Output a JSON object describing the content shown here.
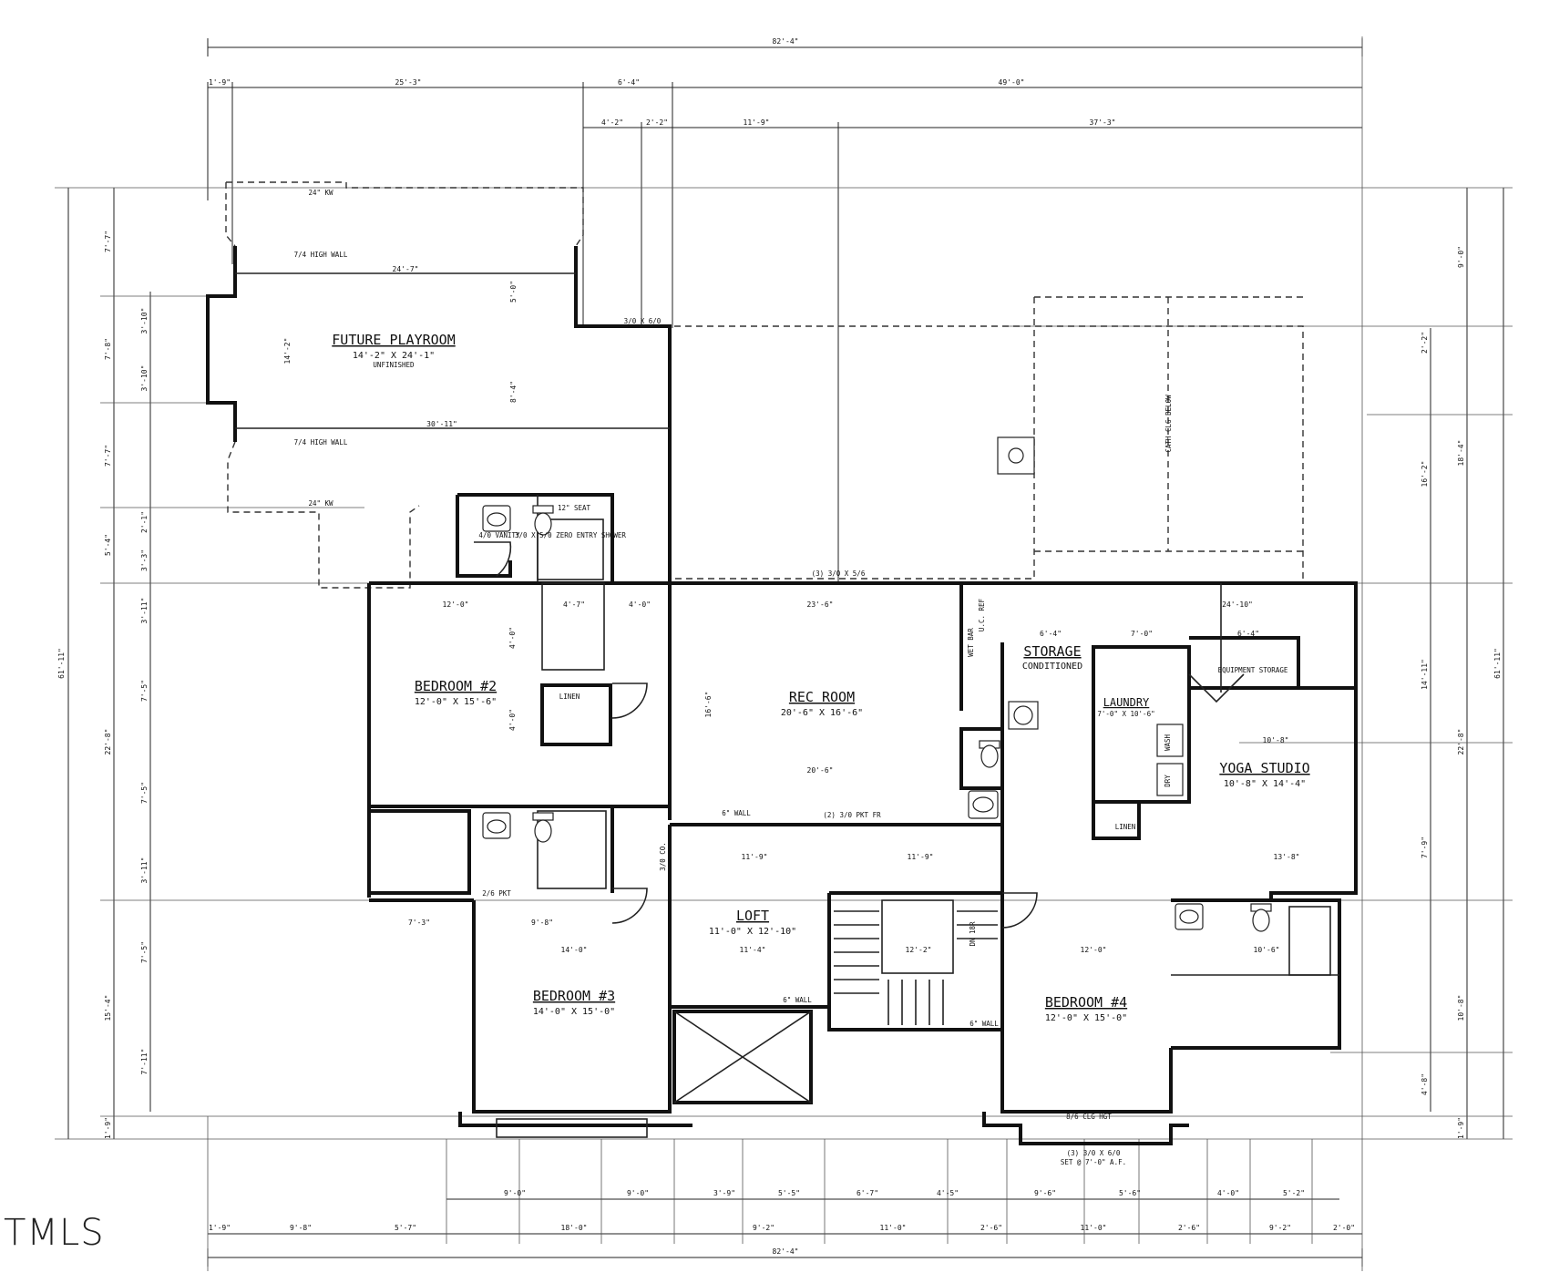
{
  "overall_dimensions": {
    "width_top": "82'-4\"",
    "width_bottom": "82'-4\"",
    "depth_left": "61'-11\"",
    "depth_right": "61'-11\""
  },
  "rooms": {
    "future_playroom": {
      "name": "FUTURE PLAYROOM",
      "size": "14'-2\" X 24'-1\"",
      "note": "UNFINISHED"
    },
    "bedroom2": {
      "name": "BEDROOM #2",
      "size": "12'-0\" X 15'-6\""
    },
    "rec_room": {
      "name": "REC ROOM",
      "size": "20'-6\" X 16'-6\""
    },
    "storage": {
      "name": "STORAGE",
      "note": "CONDITIONED"
    },
    "laundry": {
      "name": "LAUNDRY",
      "size": "7'-0\" X 10'-6\""
    },
    "yoga_studio": {
      "name": "YOGA STUDIO",
      "size": "10'-8\" X 14'-4\""
    },
    "loft": {
      "name": "LOFT",
      "size": "11'-0\" X 12'-10\""
    },
    "bedroom3": {
      "name": "BEDROOM #3",
      "size": "14'-0\" X 15'-0\""
    },
    "bedroom4": {
      "name": "BEDROOM #4",
      "size": "12'-0\" X 15'-0\""
    }
  },
  "notes": {
    "knee_wall_top": "24\" KW",
    "knee_wall_bottom": "24\" KW",
    "high_wall_top": "7/4 HIGH WALL",
    "high_wall_bottom": "7/4 HIGH WALL",
    "cath_clg": "CATH CLG BELOW",
    "equipment_storage": "EQUIPMENT STORAGE",
    "vanity": "4/0 VANITY",
    "seat": "12\" SEAT",
    "shower": "3/0 X 5/0 ZERO ENTRY SHOWER",
    "linen_1": "LINEN",
    "linen_2": "LINEN",
    "wet_bar": "WET BAR",
    "uc_ref": "U.C. REF",
    "six_wall_1": "6\" WALL",
    "six_wall_2": "6\" WALL",
    "six_wall_3": "6\" WALL",
    "pkt_fr": "(2) 3/0 PKT FR",
    "win_top_rec": "(3) 3/0 X 5/6",
    "win_playroom": "3/0 X 6/0",
    "win_b4": "(3) 3/0 X 6/0",
    "win_b4_sub": "SET @ 7'-0\" A.F.",
    "clg_hgt": "8/6 CLG HGT",
    "stair_dn": "DN 18R",
    "wash": "WASH",
    "dry": "DRY",
    "cl_loft": "3/0 CO.",
    "pkt_26": "2/6 PKT"
  },
  "dims_top_row1": [
    "1'-9\"",
    "25'-3\"",
    "6'-4\"",
    "49'-0\""
  ],
  "dims_top_row2": [
    "4'-2\"",
    "2'-2\"",
    "11'-9\"",
    "37'-3\""
  ],
  "dims_bottom_row1": [
    "9'-0\"",
    "9'-0\"",
    "3'-9\"",
    "5'-5\"",
    "6'-7\"",
    "4'-5\"",
    "9'-6\"",
    "5'-6\"",
    "4'-0\"",
    "5'-2\""
  ],
  "dims_bottom_row2": [
    "1'-9\"",
    "9'-8\"",
    "5'-7\"",
    "18'-0\"",
    "9'-2\"",
    "11'-0\"",
    "2'-6\"",
    "11'-0\"",
    "2'-6\"",
    "9'-2\"",
    "2'-0\""
  ],
  "dims_left_outer": [
    "7'-7\"",
    "7'-8\"",
    "7'-7\"",
    "5'-4\"",
    "22'-8\"",
    "15'-4\"",
    "1'-9\""
  ],
  "dims_left_inner": [
    "3'-10\"",
    "3'-10\"",
    "2'-1\"",
    "3'-3\"",
    "3'-11\"",
    "7'-5\"",
    "7'-5\"",
    "3'-11\"",
    "7'-5\"",
    "7'-11\""
  ],
  "dims_right_outer": [
    "9'-0\"",
    "18'-4\"",
    "22'-8\"",
    "10'-8\"",
    "1'-9\""
  ],
  "dims_right_inner": [
    "2'-2\"",
    "16'-2\"",
    "14'-11\"",
    "7'-9\"",
    "4'-8\""
  ],
  "dims_interior": [
    "24'-7\"",
    "30'-11\"",
    "14'-2\"",
    "5'-0\"",
    "8'-4\"",
    "4'-0\"",
    "4'-0\"",
    "12'-0\"",
    "4'-7\"",
    "4'-0\"",
    "23'-6\"",
    "24'-10\"",
    "6'-4\"",
    "7'-0\"",
    "6'-4\"",
    "20'-6\"",
    "16'-6\"",
    "10'-8\"",
    "13'-8\"",
    "11'-9\"",
    "11'-9\"",
    "14'-0\"",
    "9'-8\"",
    "7'-3\"",
    "12'-2\"",
    "12'-0\"",
    "10'-6\"",
    "11'-4\""
  ],
  "logo_text": "TMLS"
}
